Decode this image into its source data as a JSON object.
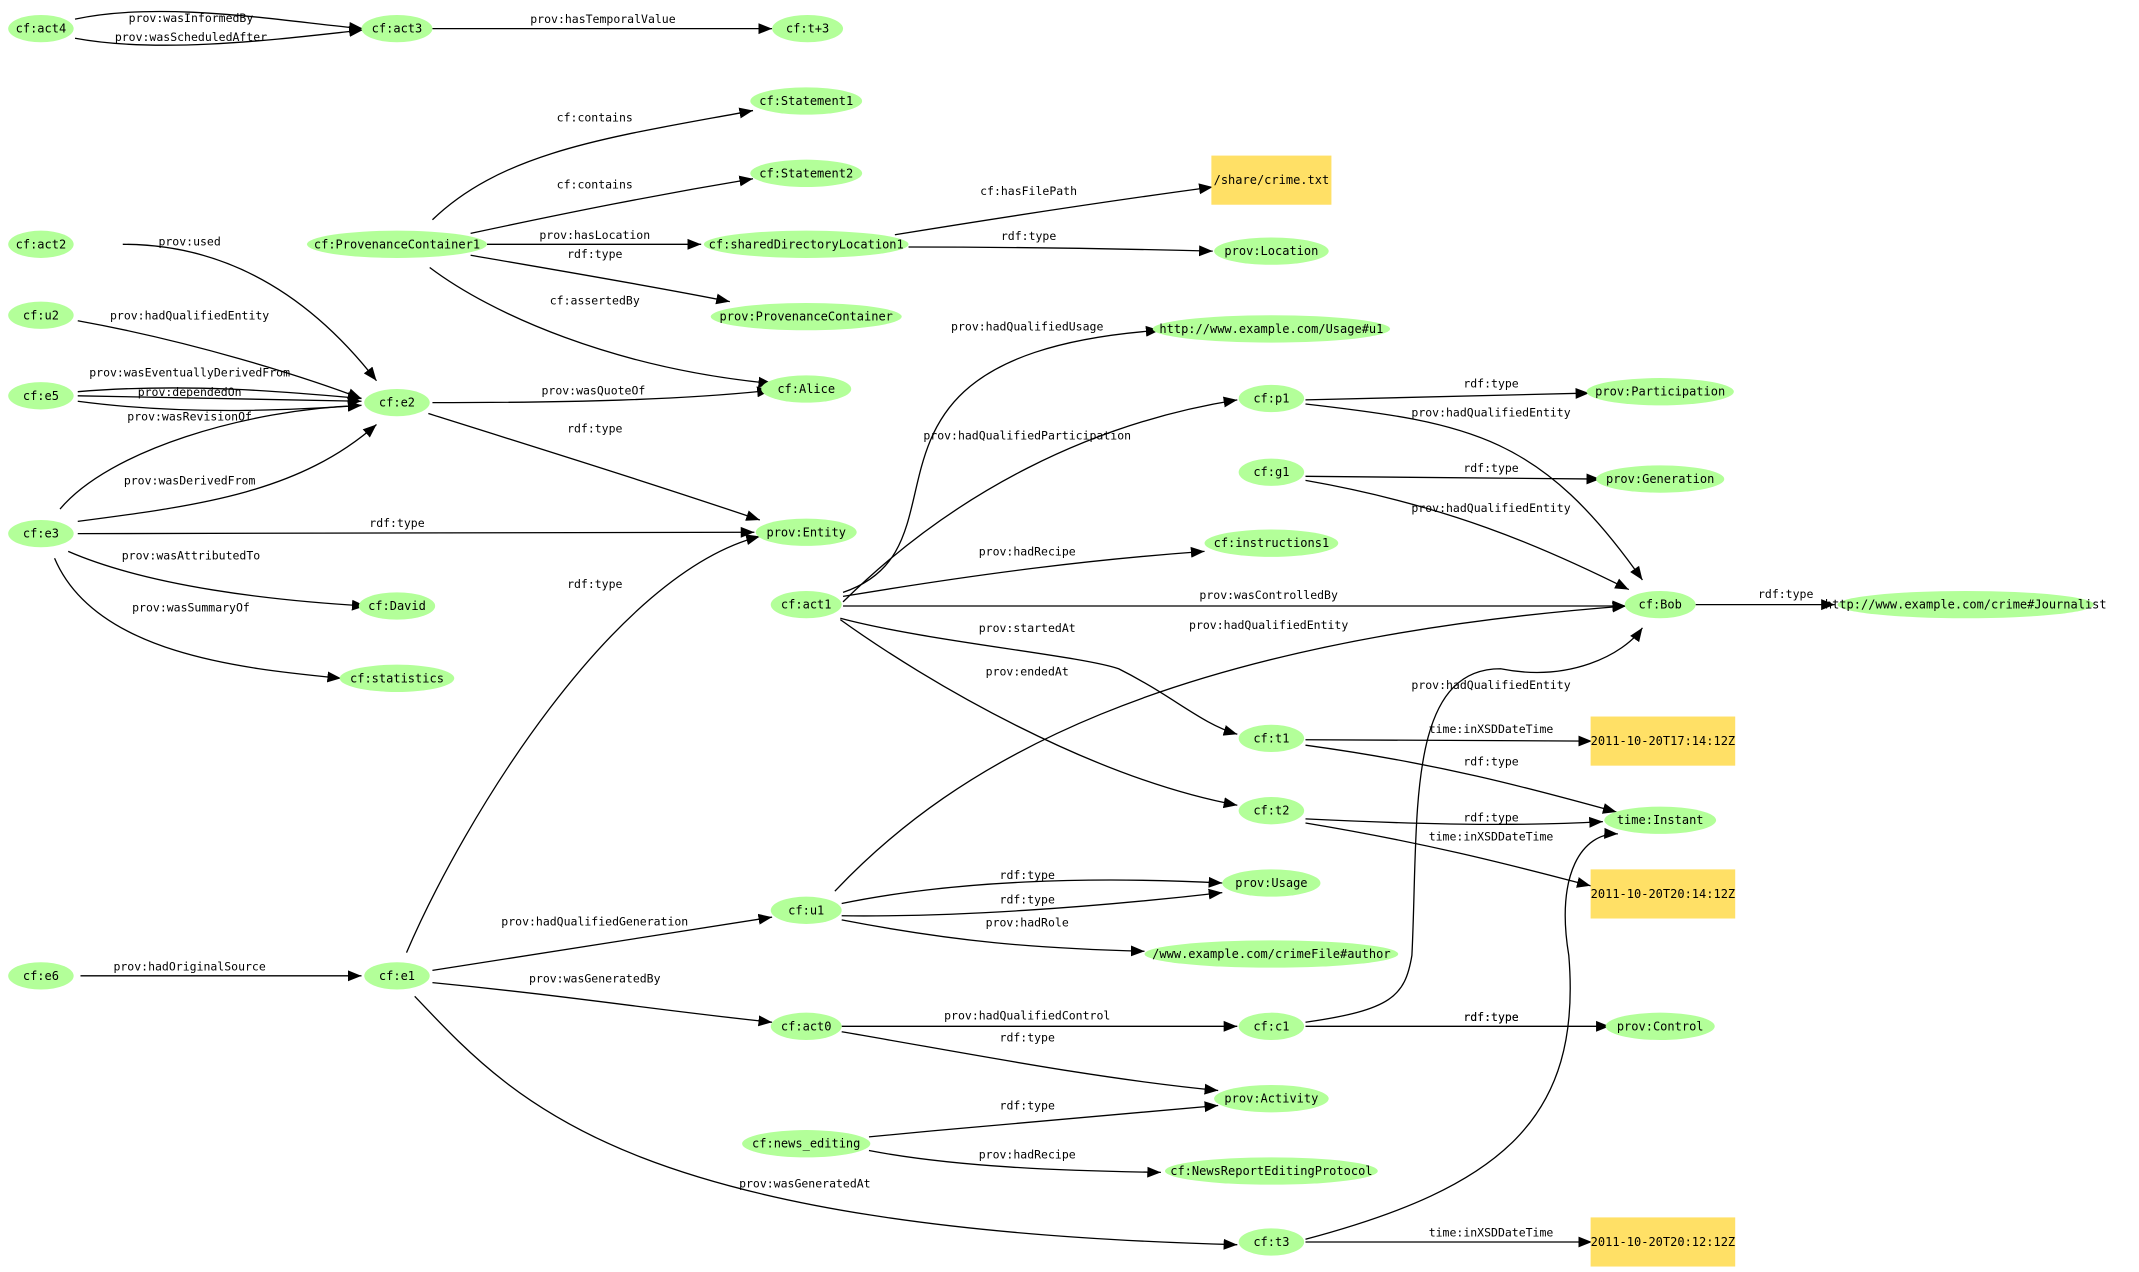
{
  "nodes": [
    {
      "id": "act4",
      "label": "cf:act4",
      "shape": "ellipse"
    },
    {
      "id": "act3",
      "label": "cf:act3",
      "shape": "ellipse"
    },
    {
      "id": "t3p",
      "label": "cf:t+3",
      "shape": "ellipse"
    },
    {
      "id": "stmt1",
      "label": "cf:Statement1",
      "shape": "ellipse"
    },
    {
      "id": "stmt2",
      "label": "cf:Statement2",
      "shape": "ellipse"
    },
    {
      "id": "crimefile",
      "label": "/share/crime.txt",
      "shape": "rect"
    },
    {
      "id": "act2",
      "label": "cf:act2",
      "shape": "ellipse"
    },
    {
      "id": "provcont1",
      "label": "cf:ProvenanceContainer1",
      "shape": "ellipse"
    },
    {
      "id": "shareddir",
      "label": "cf:sharedDirectoryLocation1",
      "shape": "ellipse"
    },
    {
      "id": "location",
      "label": "prov:Location",
      "shape": "ellipse"
    },
    {
      "id": "provcont",
      "label": "prov:ProvenanceContainer",
      "shape": "ellipse"
    },
    {
      "id": "usageu1",
      "label": "http://www.example.com/Usage#u1",
      "shape": "ellipse"
    },
    {
      "id": "u2",
      "label": "cf:u2",
      "shape": "ellipse"
    },
    {
      "id": "e5",
      "label": "cf:e5",
      "shape": "ellipse"
    },
    {
      "id": "e2",
      "label": "cf:e2",
      "shape": "ellipse"
    },
    {
      "id": "alice",
      "label": "cf:Alice",
      "shape": "ellipse"
    },
    {
      "id": "p1",
      "label": "cf:p1",
      "shape": "ellipse"
    },
    {
      "id": "participation",
      "label": "prov:Participation",
      "shape": "ellipse"
    },
    {
      "id": "g1",
      "label": "cf:g1",
      "shape": "ellipse"
    },
    {
      "id": "generation",
      "label": "prov:Generation",
      "shape": "ellipse"
    },
    {
      "id": "e3",
      "label": "cf:e3",
      "shape": "ellipse"
    },
    {
      "id": "entity",
      "label": "prov:Entity",
      "shape": "ellipse"
    },
    {
      "id": "instructions1",
      "label": "cf:instructions1",
      "shape": "ellipse"
    },
    {
      "id": "act1",
      "label": "cf:act1",
      "shape": "ellipse"
    },
    {
      "id": "bob",
      "label": "cf:Bob",
      "shape": "ellipse"
    },
    {
      "id": "journalist",
      "label": "http://www.example.com/crime#Journalist",
      "shape": "ellipse"
    },
    {
      "id": "david",
      "label": "cf:David",
      "shape": "ellipse"
    },
    {
      "id": "statistics",
      "label": "cf:statistics",
      "shape": "ellipse"
    },
    {
      "id": "t1",
      "label": "cf:t1",
      "shape": "ellipse"
    },
    {
      "id": "date1",
      "label": "2011-10-20T17:14:12Z",
      "shape": "rect"
    },
    {
      "id": "t2",
      "label": "cf:t2",
      "shape": "ellipse"
    },
    {
      "id": "instant",
      "label": "time:Instant",
      "shape": "ellipse"
    },
    {
      "id": "date2",
      "label": "2011-10-20T20:14:12Z",
      "shape": "rect"
    },
    {
      "id": "usage",
      "label": "prov:Usage",
      "shape": "ellipse"
    },
    {
      "id": "u1",
      "label": "cf:u1",
      "shape": "ellipse"
    },
    {
      "id": "author",
      "label": "/www.example.com/crimeFile#author",
      "shape": "ellipse"
    },
    {
      "id": "e6",
      "label": "cf:e6",
      "shape": "ellipse"
    },
    {
      "id": "e1",
      "label": "cf:e1",
      "shape": "ellipse"
    },
    {
      "id": "act0",
      "label": "cf:act0",
      "shape": "ellipse"
    },
    {
      "id": "c1",
      "label": "cf:c1",
      "shape": "ellipse"
    },
    {
      "id": "control",
      "label": "prov:Control",
      "shape": "ellipse"
    },
    {
      "id": "activity",
      "label": "prov:Activity",
      "shape": "ellipse"
    },
    {
      "id": "newsediting",
      "label": "cf:news_editing",
      "shape": "ellipse"
    },
    {
      "id": "newsprotocol",
      "label": "cf:NewsReportEditingProtocol",
      "shape": "ellipse"
    },
    {
      "id": "t3",
      "label": "cf:t3",
      "shape": "ellipse"
    },
    {
      "id": "date3",
      "label": "2011-10-20T20:12:12Z",
      "shape": "rect"
    }
  ],
  "edges": [
    {
      "from": "act4",
      "to": "act3",
      "label": "prov:wasInformedBy"
    },
    {
      "from": "act4",
      "to": "act3",
      "label": "prov:wasScheduledAfter"
    },
    {
      "from": "act3",
      "to": "t3p",
      "label": "prov:hasTemporalValue"
    },
    {
      "from": "provcont1",
      "to": "stmt1",
      "label": "cf:contains"
    },
    {
      "from": "provcont1",
      "to": "stmt2",
      "label": "cf:contains"
    },
    {
      "from": "provcont1",
      "to": "shareddir",
      "label": "prov:hasLocation"
    },
    {
      "from": "provcont1",
      "to": "provcont",
      "label": "rdf:type"
    },
    {
      "from": "provcont1",
      "to": "alice",
      "label": "cf:assertedBy"
    },
    {
      "from": "shareddir",
      "to": "crimefile",
      "label": "cf:hasFilePath"
    },
    {
      "from": "shareddir",
      "to": "location",
      "label": "rdf:type"
    },
    {
      "from": "act2",
      "to": "e2",
      "label": "prov:used"
    },
    {
      "from": "u2",
      "to": "e2",
      "label": "prov:hadQualifiedEntity"
    },
    {
      "from": "e5",
      "to": "e2",
      "label": "prov:wasEventuallyDerivedFrom"
    },
    {
      "from": "e5",
      "to": "e2",
      "label": "prov:dependedOn"
    },
    {
      "from": "e5",
      "to": "e2",
      "label": "prov:wasRevisionOf"
    },
    {
      "from": "e3",
      "to": "e2",
      "label": "prov:wasDerivedFrom"
    },
    {
      "from": "e3",
      "to": "e2",
      "label": ""
    },
    {
      "from": "e2",
      "to": "alice",
      "label": "prov:wasQuoteOf"
    },
    {
      "from": "e2",
      "to": "entity",
      "label": "rdf:type"
    },
    {
      "from": "e3",
      "to": "entity",
      "label": "rdf:type"
    },
    {
      "from": "e3",
      "to": "david",
      "label": "prov:wasAttributedTo"
    },
    {
      "from": "e3",
      "to": "statistics",
      "label": "prov:wasSummaryOf"
    },
    {
      "from": "e1",
      "to": "entity",
      "label": "rdf:type"
    },
    {
      "from": "act1",
      "to": "usageu1",
      "label": "prov:hadQualifiedUsage"
    },
    {
      "from": "act1",
      "to": "p1",
      "label": "prov:hadQualifiedParticipation"
    },
    {
      "from": "act1",
      "to": "instructions1",
      "label": "prov:hadRecipe"
    },
    {
      "from": "act1",
      "to": "bob",
      "label": "prov:wasControlledBy"
    },
    {
      "from": "act1",
      "to": "t1",
      "label": "prov:startedAt"
    },
    {
      "from": "act1",
      "to": "t2",
      "label": "prov:endedAt"
    },
    {
      "from": "p1",
      "to": "participation",
      "label": "rdf:type"
    },
    {
      "from": "p1",
      "to": "bob",
      "label": "prov:hadQualifiedEntity"
    },
    {
      "from": "g1",
      "to": "generation",
      "label": "rdf:type"
    },
    {
      "from": "g1",
      "to": "bob",
      "label": "prov:hadQualifiedEntity"
    },
    {
      "from": "bob",
      "to": "journalist",
      "label": "rdf:type"
    },
    {
      "from": "u1",
      "to": "bob",
      "label": "prov:hadQualifiedEntity"
    },
    {
      "from": "c1",
      "to": "bob",
      "label": "prov:hadQualifiedEntity"
    },
    {
      "from": "t1",
      "to": "date1",
      "label": "time:inXSDDateTime"
    },
    {
      "from": "t1",
      "to": "instant",
      "label": "rdf:type"
    },
    {
      "from": "t2",
      "to": "instant",
      "label": "rdf:type"
    },
    {
      "from": "t2",
      "to": "date2",
      "label": "time:inXSDDateTime"
    },
    {
      "from": "t3",
      "to": "instant",
      "label": "rdf:type"
    },
    {
      "from": "u1",
      "to": "usage",
      "label": "rdf:type"
    },
    {
      "from": "u1",
      "to": "usage",
      "label": "rdf:type"
    },
    {
      "from": "u1",
      "to": "author",
      "label": "prov:hadRole"
    },
    {
      "from": "e6",
      "to": "e1",
      "label": "prov:hadOriginalSource"
    },
    {
      "from": "e1",
      "to": "u1",
      "label": "prov:hadQualifiedGeneration"
    },
    {
      "from": "e1",
      "to": "act0",
      "label": "prov:wasGeneratedBy"
    },
    {
      "from": "e1",
      "to": "t3",
      "label": "prov:wasGeneratedAt"
    },
    {
      "from": "act0",
      "to": "c1",
      "label": "prov:hadQualifiedControl"
    },
    {
      "from": "act0",
      "to": "activity",
      "label": "rdf:type"
    },
    {
      "from": "c1",
      "to": "control",
      "label": "rdf:type"
    },
    {
      "from": "newsediting",
      "to": "activity",
      "label": "rdf:type"
    },
    {
      "from": "newsediting",
      "to": "newsprotocol",
      "label": "prov:hadRecipe"
    },
    {
      "from": "t3",
      "to": "date3",
      "label": "time:inXSDDateTime"
    }
  ]
}
